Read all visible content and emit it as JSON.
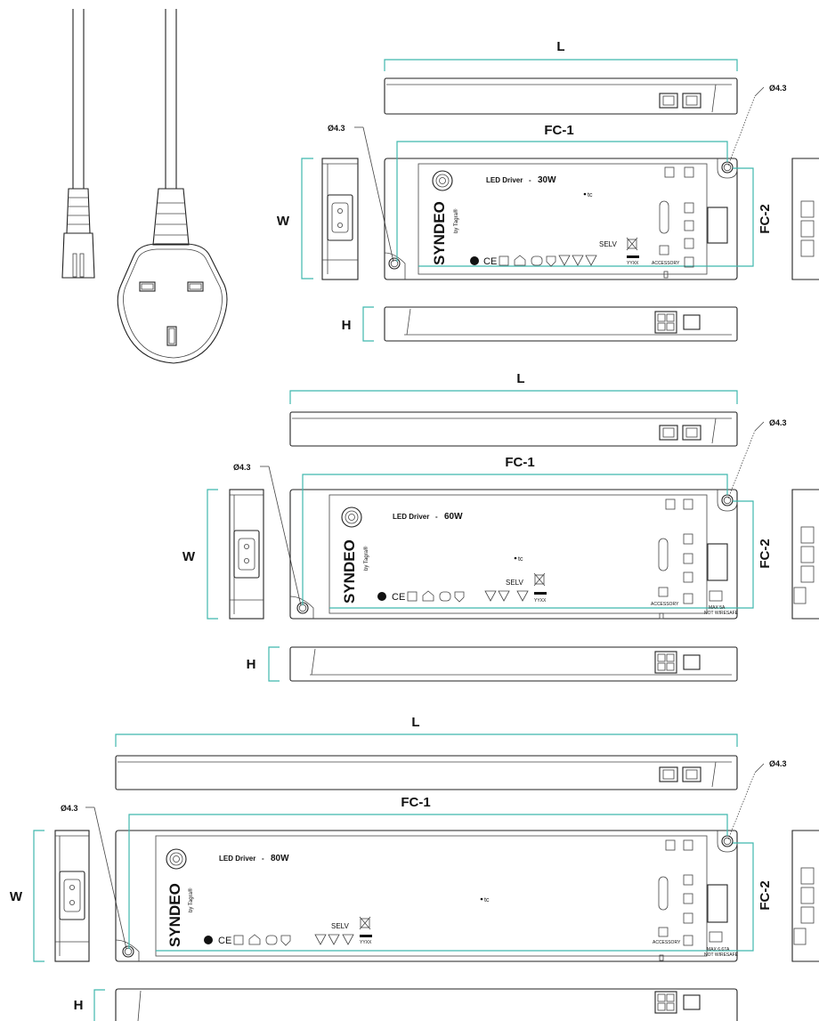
{
  "diagram": {
    "labels": {
      "length": "L",
      "width": "W",
      "height": "H",
      "cable_1": "FC-1",
      "cable_2": "FC-2",
      "hole_diameter": "Ø4.3"
    },
    "product": {
      "brand": "SYNDEO",
      "by_line": "by Tagra®",
      "driver_label": "LED Driver",
      "separator": "-",
      "selv": "SELV",
      "tc": "tc",
      "yyxx": "YYXX",
      "accessory": "ACCESSORY",
      "wiresafe": "WIRESAFE",
      "max_note": "MAX 5A",
      "not_wiresafe": "NOT WIRESAFE",
      "max_note_80": "MAX 6.67A"
    },
    "variants": [
      {
        "wattage": "30W"
      },
      {
        "wattage": "60W"
      },
      {
        "wattage": "80W"
      }
    ]
  }
}
